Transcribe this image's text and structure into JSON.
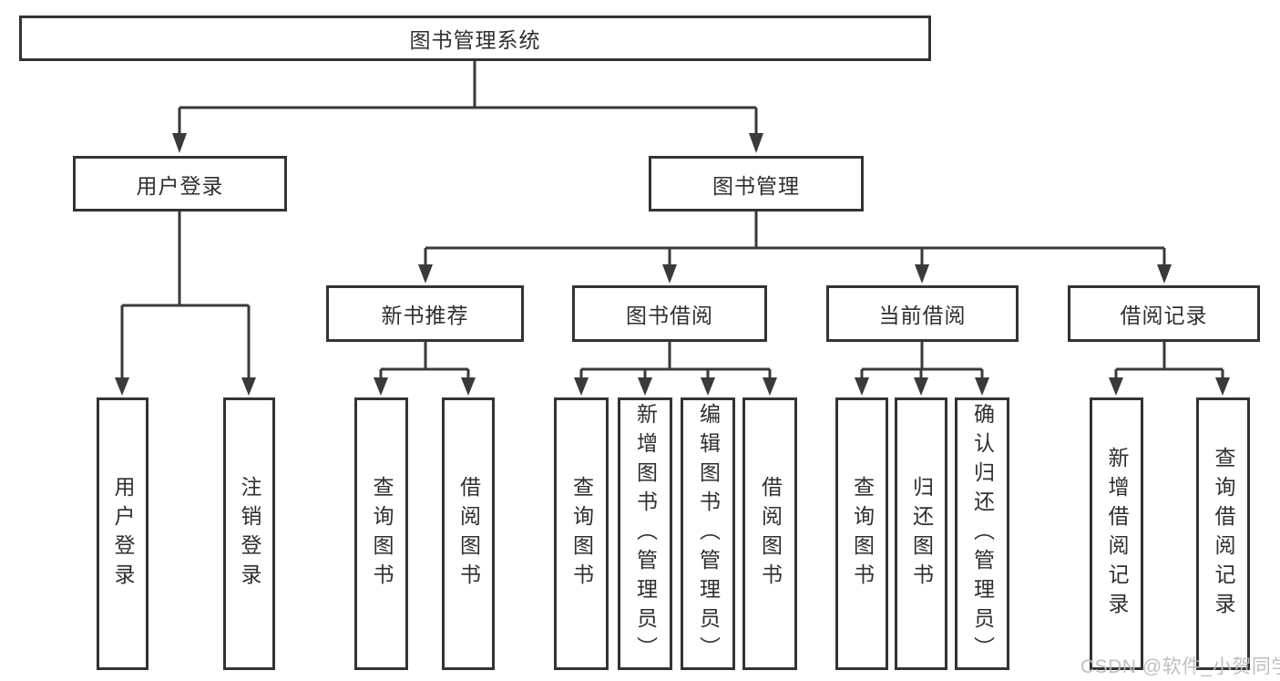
{
  "diagram": {
    "type": "hierarchy-tree",
    "watermark": "CSDN @软件_小贺同学",
    "colors": {
      "line": "#3a3a3a",
      "box_border": "#333333",
      "text": "#2f2f2f",
      "watermark": "#bcbcbc",
      "background": "#ffffff"
    },
    "nodes": {
      "root": {
        "label": "图书管理系统"
      },
      "user_login": {
        "label": "用户登录"
      },
      "book_mgmt": {
        "label": "图书管理"
      },
      "new_book_rec": {
        "label": "新书推荐"
      },
      "book_borrow": {
        "label": "图书借阅"
      },
      "current_borrow": {
        "label": "当前借阅"
      },
      "borrow_record": {
        "label": "借阅记录"
      },
      "leaf_user_login": {
        "label": "用户登录"
      },
      "leaf_logout": {
        "label": "注销登录"
      },
      "leaf_query_book_1": {
        "label": "查询图书"
      },
      "leaf_borrow_book_1": {
        "label": "借阅图书"
      },
      "leaf_query_book_2": {
        "label": "查询图书"
      },
      "leaf_add_book": {
        "label": "新增图书（管理员）"
      },
      "leaf_edit_book": {
        "label": "编辑图书（管理员）"
      },
      "leaf_borrow_book_2": {
        "label": "借阅图书"
      },
      "leaf_query_book_3": {
        "label": "查询图书"
      },
      "leaf_return_book": {
        "label": "归还图书"
      },
      "leaf_confirm_return": {
        "label": "确认归还（管理员）"
      },
      "leaf_add_borrow_record": {
        "label": "新增借阅记录"
      },
      "leaf_query_borrow_record": {
        "label": "查询借阅记录"
      }
    },
    "edges": [
      "root->user_login",
      "root->book_mgmt",
      "user_login->leaf_user_login",
      "user_login->leaf_logout",
      "book_mgmt->new_book_rec",
      "book_mgmt->book_borrow",
      "book_mgmt->current_borrow",
      "book_mgmt->borrow_record",
      "new_book_rec->leaf_query_book_1",
      "new_book_rec->leaf_borrow_book_1",
      "book_borrow->leaf_query_book_2",
      "book_borrow->leaf_add_book",
      "book_borrow->leaf_edit_book",
      "book_borrow->leaf_borrow_book_2",
      "current_borrow->leaf_query_book_3",
      "current_borrow->leaf_return_book",
      "current_borrow->leaf_confirm_return",
      "borrow_record->leaf_add_borrow_record",
      "borrow_record->leaf_query_borrow_record"
    ]
  }
}
